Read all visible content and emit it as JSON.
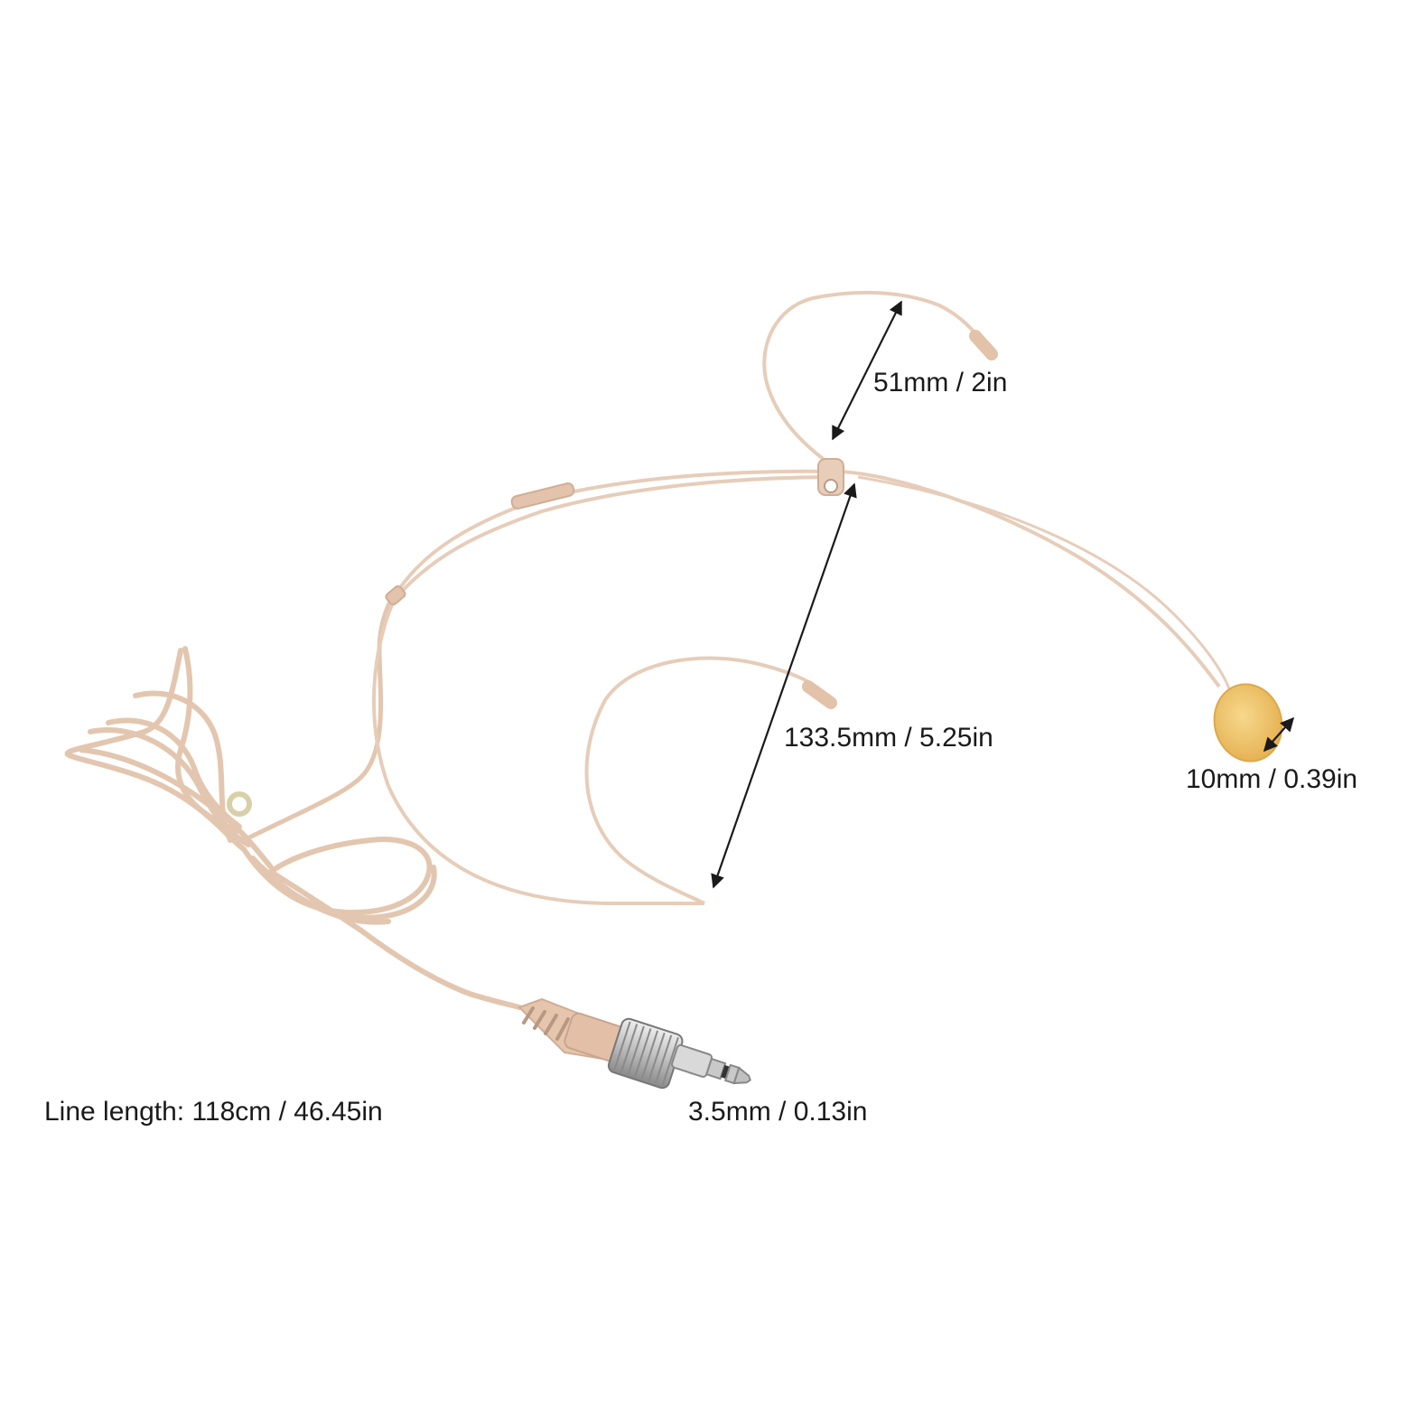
{
  "labels": {
    "ear_hook": "51mm / 2in",
    "boom_length": "133.5mm / 5.25in",
    "foam_size": "10mm / 0.39in",
    "line_length": "Line length: 118cm / 46.45in",
    "plug_size": "3.5mm / 0.13in"
  },
  "colors": {
    "cable": "#e8cdb8",
    "cable_edge": "#d2b39c",
    "foam": "#f0c36a",
    "metal": "#c8c8c8",
    "arrow": "#1a1a1a",
    "text": "#1a1a1a"
  }
}
